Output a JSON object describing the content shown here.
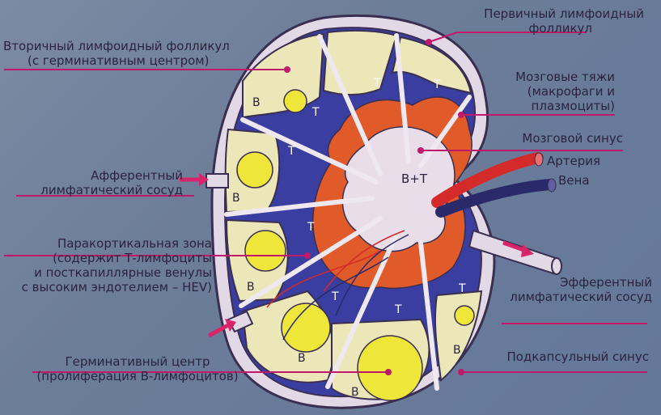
{
  "labels": {
    "secondary_follicle": [
      "Вторичный лимфоидный фолликул",
      "(с герминативным центром)"
    ],
    "primary_follicle": [
      "Первичный лимфоидный",
      "фолликул"
    ],
    "medullary_cords": [
      "Мозговые тяжи",
      "(макрофаги и",
      "плазмоциты)"
    ],
    "medullary_sinus": "Мозговой синус",
    "artery": "Артерия",
    "vein": "Вена",
    "afferent": [
      "Афферентный",
      "лимфатический сосуд"
    ],
    "paracortical": [
      "Паракортикальная зона",
      "(содержит Т-лимфоциты",
      "и посткапиллярные венулы",
      "с высоким эндотелием – HEV)"
    ],
    "efferent": [
      "Эфферентный",
      "лимфатический сосуд"
    ],
    "germinal_center": [
      "Герминативный центр",
      "(пролиферация В-лимфоцитов)"
    ],
    "subcapsular_sinus": "Подкапсульный синус"
  },
  "region_letters": {
    "b": "В",
    "t": "Т",
    "bt": "В+Т"
  },
  "colors": {
    "capsule": "#d9cfe0",
    "follicle": "#ece7b8",
    "germinal": "#efe63a",
    "tzone": "#3a3ea0",
    "cords": "#e15a2a",
    "sinus": "#e8dde8",
    "artery": "#d42a2a",
    "vein": "#2a2a6a",
    "leader": "#c0186a",
    "arrow": "#d8246a"
  }
}
